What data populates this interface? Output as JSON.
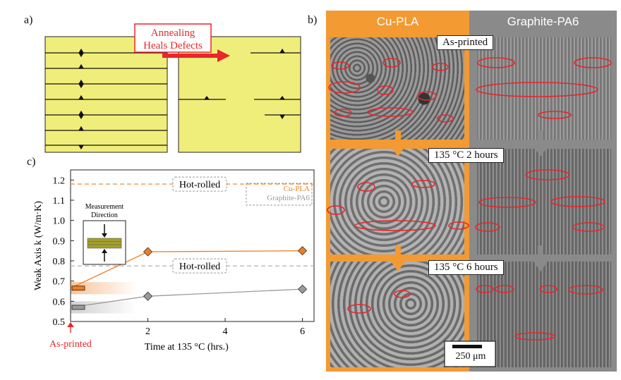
{
  "panel_labels": {
    "a": "a)",
    "b": "b)",
    "c": "c)"
  },
  "panel_a": {
    "annotation_line1": "Annealing",
    "annotation_line2": "Heals Defects",
    "colors": {
      "fill": "#f0ee7a",
      "arrow": "#e8262b"
    }
  },
  "panel_b": {
    "columns": [
      "Cu-PLA",
      "Graphite-PA6"
    ],
    "rows": [
      "As-printed",
      "135 °C 2 hours",
      "135 °C 6 hours"
    ],
    "scale_bar": "250 μm",
    "colors": {
      "cu_pla": "#f39a32",
      "graphite_pa6": "#8a8a8a",
      "defect": "#e8262b"
    }
  },
  "chart_data": {
    "type": "line",
    "title": "",
    "xlabel": "Time at 135 °C (hrs.)",
    "ylabel": "Weak Axis k (W/m·K)",
    "x_ticks": [
      "2",
      "4",
      "6"
    ],
    "y_ticks": [
      "0.5",
      "0.6",
      "0.7",
      "0.8",
      "0.9",
      "1.0",
      "1.1",
      "1.2"
    ],
    "xlim": [
      0,
      6.3
    ],
    "ylim": [
      0.5,
      1.25
    ],
    "series": [
      {
        "name": "Cu-PLA",
        "color": "#ef7d22",
        "x": [
          0,
          2,
          6
        ],
        "y": [
          0.665,
          0.845,
          0.85
        ]
      },
      {
        "name": "Graphite-PA6",
        "color": "#9a9a9a",
        "x": [
          0,
          2,
          6
        ],
        "y": [
          0.57,
          0.625,
          0.66
        ]
      }
    ],
    "reference_lines": [
      {
        "label": "Hot-rolled",
        "y": 1.18,
        "color": "#ef7d22"
      },
      {
        "label": "Hot-rolled",
        "y": 0.775,
        "color": "#aaaaaa"
      }
    ],
    "as_printed_label": "As-printed",
    "inset_label_line1": "Measurement",
    "inset_label_line2": "Direction",
    "legend_placement": "top-right",
    "grid": false
  }
}
